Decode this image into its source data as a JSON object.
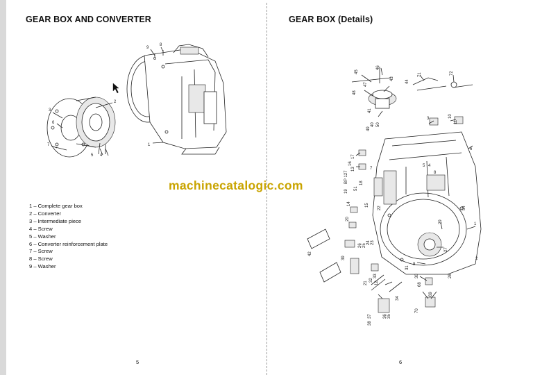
{
  "left_page": {
    "title": "GEAR BOX AND CONVERTER",
    "legend": [
      "1 – Complete gear box",
      "2 – Converter",
      "3 – Intermediate piece",
      "4 – Screw",
      "5 – Washer",
      "6 – Converter reinforcement plate",
      "7 – Screw",
      "8 – Screw",
      "9 – Washer"
    ],
    "callouts": [
      "9",
      "8",
      "2",
      "3",
      "6",
      "1",
      "7",
      "5",
      "4"
    ],
    "page_number": "5"
  },
  "right_page": {
    "title": "GEAR BOX (Details)",
    "callouts": [
      "45",
      "47",
      "43",
      "46",
      "48",
      "71",
      "72",
      "44",
      "41",
      "40",
      "50",
      "3",
      "10",
      "11",
      "6",
      "14",
      "17",
      "13",
      "18",
      "51",
      "15",
      "12",
      "1",
      "20",
      "25",
      "9",
      "39",
      "2",
      "23",
      "24",
      "29",
      "26",
      "27",
      "22",
      "30",
      "28",
      "31",
      "32",
      "33",
      "34",
      "36",
      "35",
      "37",
      "38",
      "70",
      "69",
      "42",
      "68",
      "19",
      "16",
      "7",
      "49",
      "8",
      "4",
      "5",
      "21",
      "54"
    ],
    "ref_label": "BP 127",
    "page_number": "6"
  },
  "watermark": "machinecatalogic.com"
}
